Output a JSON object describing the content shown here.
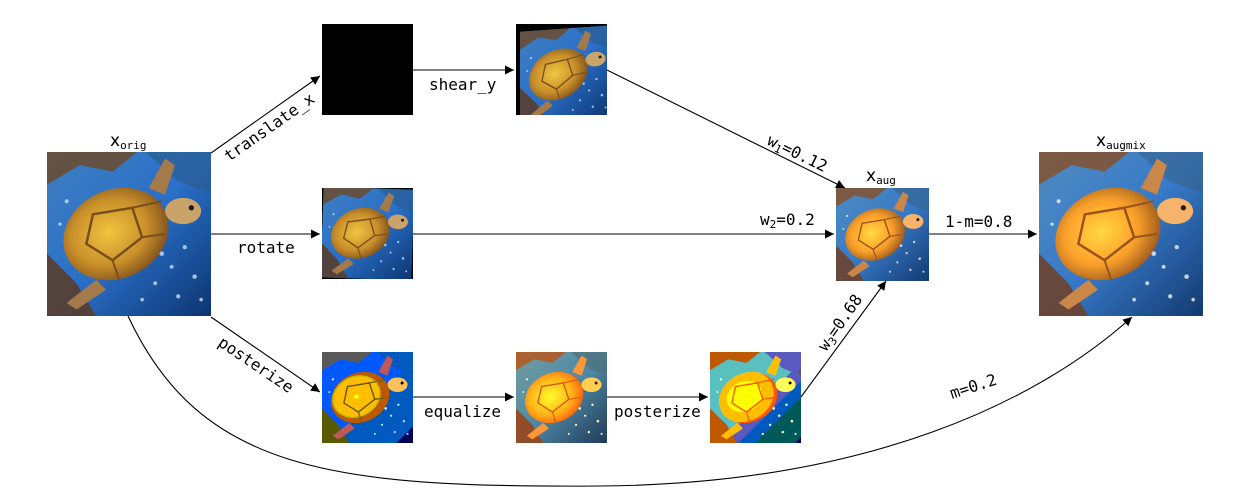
{
  "nodes": {
    "orig": {
      "var": "x",
      "sub": "orig"
    },
    "aug": {
      "var": "x",
      "sub": "aug"
    },
    "augmix": {
      "var": "x",
      "sub": "augmix"
    }
  },
  "ops": {
    "translate_x": "translate_x",
    "shear_y": "shear_y",
    "rotate": "rotate",
    "posterize1": "posterize",
    "equalize": "equalize",
    "posterize2": "posterize"
  },
  "weights": {
    "w1": {
      "var": "w",
      "sub": "1",
      "value": "=0.12"
    },
    "w2": {
      "var": "w",
      "sub": "2",
      "value": "=0.2"
    },
    "w3": {
      "var": "w",
      "sub": "3",
      "value": "=0.68"
    }
  },
  "mix": {
    "one_minus_m": "1-m=0.8",
    "m": "m=0.2"
  },
  "colors": {
    "sea_light": "#3d8fd6",
    "sea_dark": "#0c3570",
    "shell": "#d9a233",
    "shell_bright": "#f2cc3d",
    "reef": "#6b4a2e",
    "arrow": "#000000"
  }
}
